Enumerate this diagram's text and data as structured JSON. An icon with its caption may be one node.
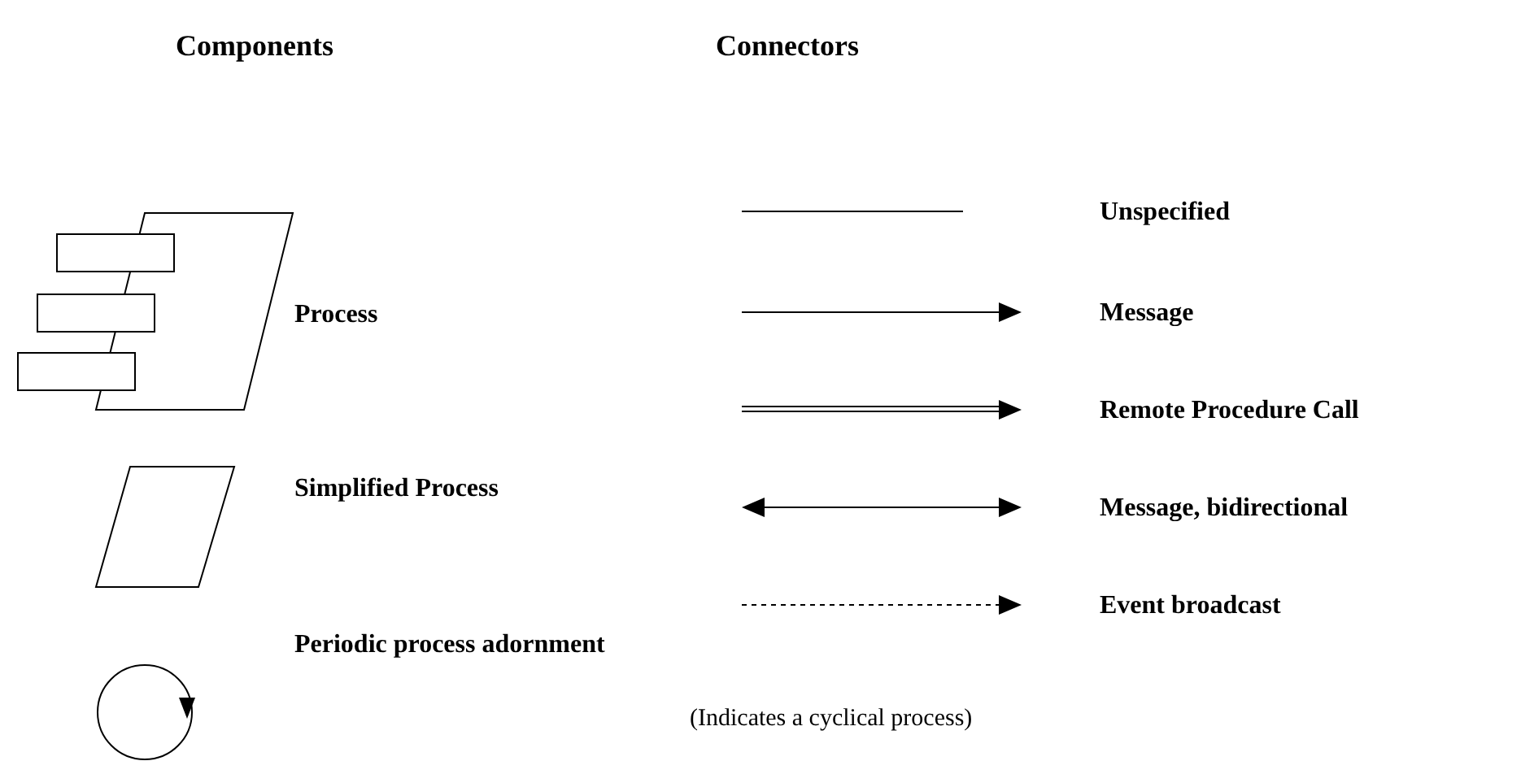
{
  "diagram": {
    "nodes": [
      {
        "text": [],
        "shape": "process",
        "beside": [
          "Process"
        ]
      },
      {
        "text": [],
        "shape": "parallelogram",
        "beside": [
          "Simplified Process"
        ]
      },
      {
        "text": [],
        "shape": "circle",
        "beside": [
          "Periodic process adornment"
        ]
      }
    ],
    "labels": [
      "Components",
      "Connectors",
      "(Indicates a cyclical process)"
    ],
    "legend": [
      {
        "text": "Unspecified"
      },
      {
        "text": "Message"
      },
      {
        "text": "Remote Procedure Call"
      },
      {
        "text": "Message, bidirectional"
      },
      {
        "text": "Event broadcast"
      }
    ]
  }
}
